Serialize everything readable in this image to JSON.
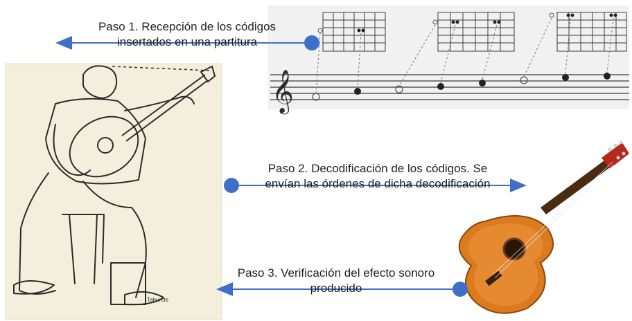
{
  "steps": [
    {
      "line1": "Paso 1. Recepción de los códigos",
      "line2": "insertados en una partitura",
      "direction": "left"
    },
    {
      "line1": "Paso 2. Decodificación de los códigos. Se",
      "line2": "envían las órdenes de dicha decodificación",
      "direction": "right"
    },
    {
      "line1": "Paso 3. Verificación del efecto sonoro",
      "line2": "producido",
      "direction": "left"
    }
  ],
  "illustration": {
    "caption": "Taburete"
  },
  "colors": {
    "arrow": "#3f6fc9",
    "sheet_background": "#f1f1f1",
    "photo_background": "#f4efdc",
    "guitar_body": "#dc7a1e",
    "guitar_neck": "#4a2c12"
  },
  "icons": {
    "clef": "treble-clef-icon"
  }
}
